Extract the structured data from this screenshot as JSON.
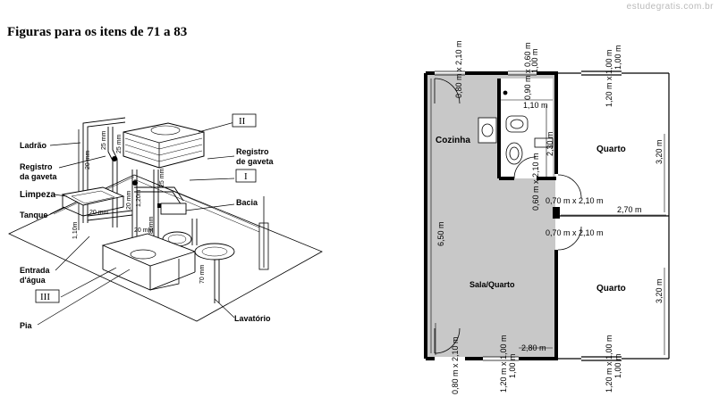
{
  "header": {
    "title": "Figuras para os itens de 71 a 83",
    "watermark": "estudegratis.com.br"
  },
  "plumbing": {
    "labels": {
      "ladrao": "Ladrão",
      "registro_gaveta_left": "Registro\nda gaveta",
      "limpeza": "Limpeza",
      "tanque": "Tanque",
      "entrada": "Entrada\nd'água",
      "pia": "Pia",
      "registro_gaveta_right": "Registro\nde gaveta",
      "bacia": "Bacia",
      "lavatorio": "Lavatório"
    },
    "roman": {
      "i": "I",
      "ii": "II",
      "iii": "III"
    },
    "pipe_dims": {
      "d20_a": "20 mm",
      "d25_a": "25 mm",
      "d25_b": "25 mm",
      "d20_b": "20 mm",
      "d20_c": "20 mm",
      "d25_c": "25 mm",
      "d20_d": "20 mm",
      "d80": "80mm",
      "h110": "1,10m",
      "h120": "1,20m",
      "h70": "70 mm"
    }
  },
  "floorplan": {
    "rooms": {
      "cozinha": "Cozinha",
      "sala_quarto": "Sala/Quarto",
      "quarto_top": "Quarto",
      "quarto_bottom": "Quarto"
    },
    "dims": {
      "door_top_left": "0,80 m x 2,10 m",
      "door_top_bath1": "0,90 m x 0,60 m",
      "door_top_bath2": "1,00 m",
      "quarto_top_window1": "1,20 m x 1,00 m",
      "quarto_top_window2": "1,00 m",
      "bath_width": "1,10 m",
      "bath_height": "2,30 m",
      "door_bath": "0,60 m x 2,10 m",
      "door_quarto_top": "0,70 m x 2,10 m",
      "quarto_top_height": "3,20 m",
      "quarto_width": "2,70 m",
      "sala_height": "6,50 m",
      "door_quarto_bottom": "0,70 m x 2,10 m",
      "quarto_bottom_height": "3,20 m",
      "sala_width": "2,80 m",
      "door_bottom_left": "0,80 m x 2,10 m",
      "sala_window1": "1,20 m x 1,00 m",
      "sala_window2": "1,00 m",
      "quarto_bottom_window1": "1,20 m x 1,00 m",
      "quarto_bottom_window2": "1,00 m"
    }
  }
}
